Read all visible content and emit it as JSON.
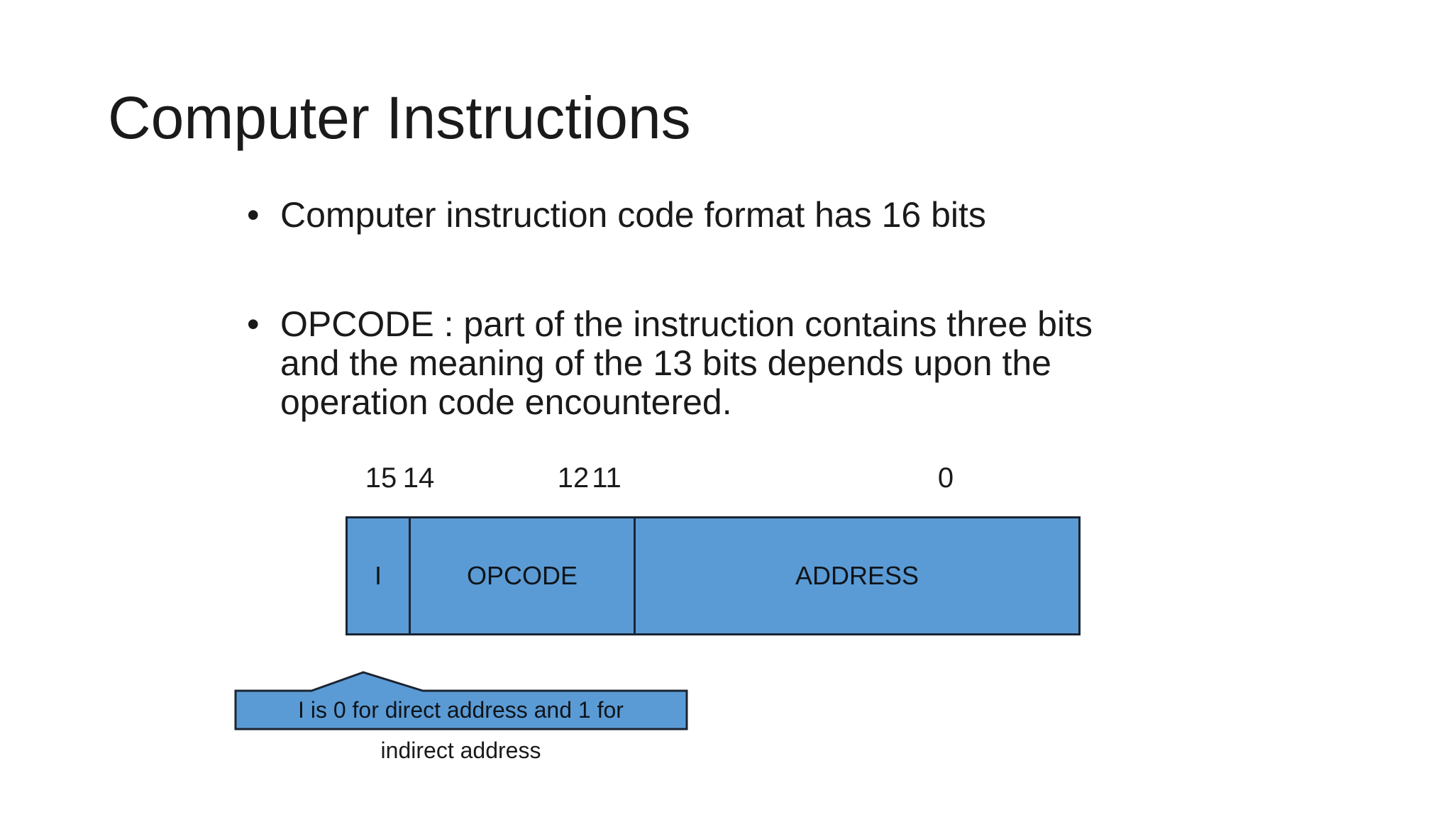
{
  "slide": {
    "title": "Computer Instructions",
    "bullet_char": "•",
    "bullets": [
      {
        "text": "Computer instruction code format has 16 bits"
      },
      {
        "lines": [
          "OPCODE : part of the instruction contains three bits",
          "and the meaning of the 13 bits depends upon the",
          "operation code encountered."
        ]
      }
    ]
  },
  "diagram": {
    "bit_labels": [
      {
        "text": "15"
      },
      {
        "text": "14"
      },
      {
        "text": "12"
      },
      {
        "text": "11"
      },
      {
        "text": "0"
      }
    ],
    "fields": [
      {
        "name": "I"
      },
      {
        "name": "OPCODE"
      },
      {
        "name": "ADDRESS"
      }
    ],
    "colors": {
      "fill": "#5b9bd5",
      "border": "#1b2432",
      "text": "#1a1a1a",
      "background": "#ffffff"
    }
  },
  "callout": {
    "line1": "I is 0 for direct address and 1 for",
    "line2": "indirect address"
  }
}
